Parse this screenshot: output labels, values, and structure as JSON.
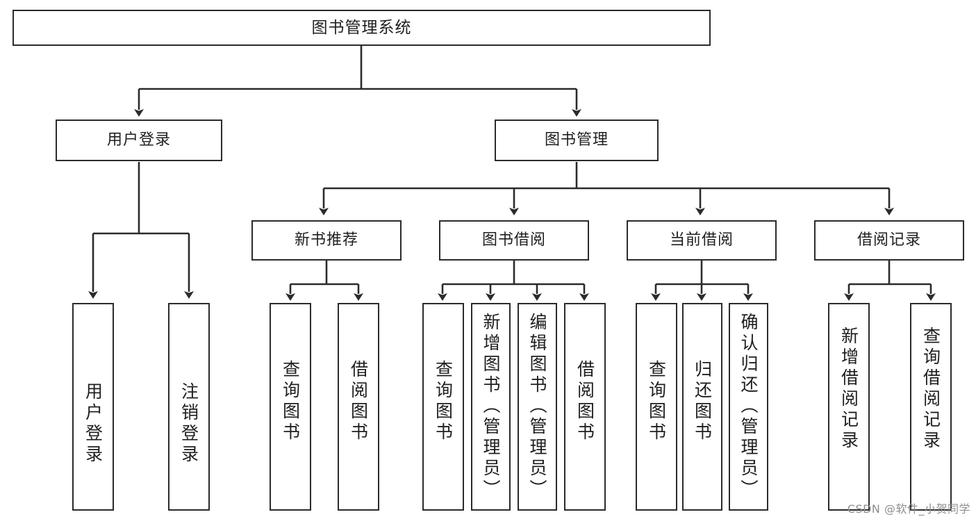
{
  "diagram": {
    "title": "图书管理系统",
    "type": "tree-hierarchy-chart",
    "line_color": "#2b2b2b",
    "box_fill": "#ffffff",
    "text_color": "#1a1a1a"
  },
  "root": {
    "label": "图书管理系统"
  },
  "level2": [
    {
      "label": "用户登录"
    },
    {
      "label": "图书管理"
    }
  ],
  "level3": [
    {
      "label": "新书推荐"
    },
    {
      "label": "图书借阅"
    },
    {
      "label": "当前借阅"
    },
    {
      "label": "借阅记录"
    }
  ],
  "leaves": {
    "user_login": [
      {
        "label": "用户登录"
      },
      {
        "label": "注销登录"
      }
    ],
    "new_book_recommend": [
      {
        "label": "查询图书"
      },
      {
        "label": "借阅图书"
      }
    ],
    "book_borrow": [
      {
        "label": "查询图书"
      },
      {
        "label": "新增图书（管理员）"
      },
      {
        "label": "编辑图书（管理员）"
      },
      {
        "label": "借阅图书"
      }
    ],
    "current_borrow": [
      {
        "label": "查询图书"
      },
      {
        "label": "归还图书"
      },
      {
        "label": "确认归还（管理员）"
      }
    ],
    "borrow_record": [
      {
        "label": "新增借阅记录"
      },
      {
        "label": "查询借阅记录"
      }
    ]
  },
  "watermark": {
    "text": "CSDN @软件_小贺同学"
  }
}
